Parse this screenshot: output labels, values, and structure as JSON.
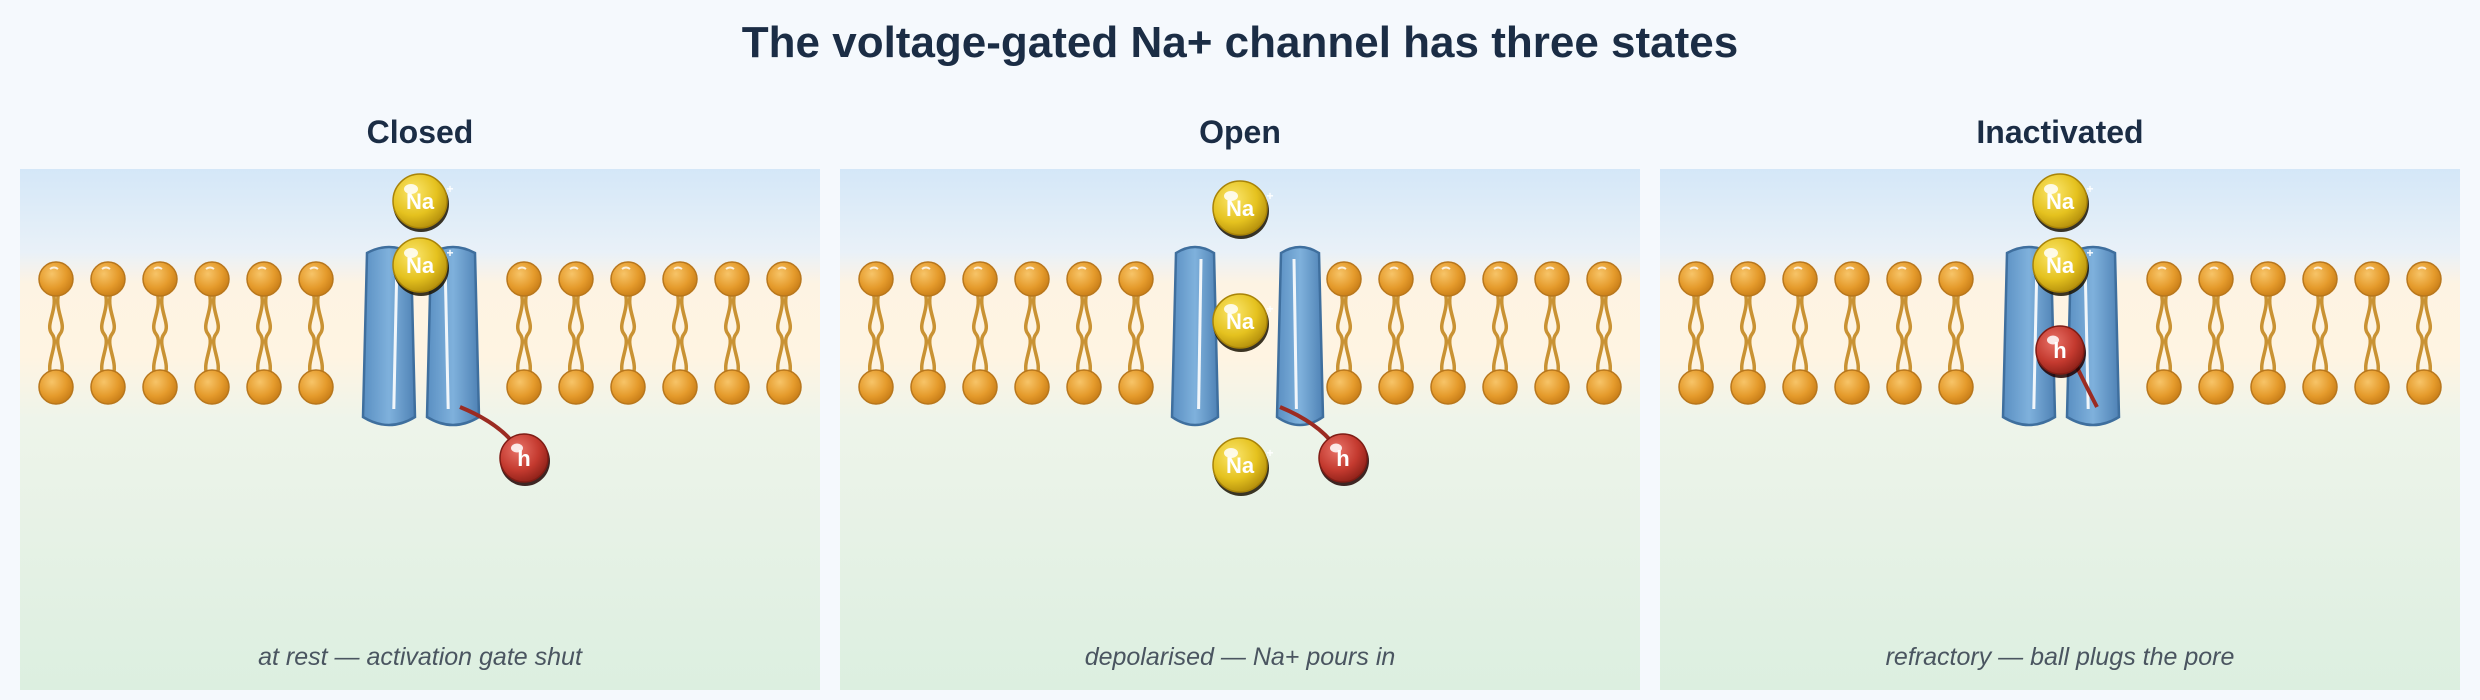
{
  "title": "The voltage-gated Na+ channel has three states",
  "panels": [
    {
      "heading": "Closed",
      "caption": "at rest — activation gate shut",
      "state": "closed"
    },
    {
      "heading": "Open",
      "caption": "depolarised — Na+ pours in",
      "state": "open"
    },
    {
      "heading": "Inactivated",
      "caption": "refractory — ball plugs the pore",
      "state": "inactivated"
    }
  ],
  "ion_label": "Na",
  "ion_charge": "+",
  "gate_label": "h",
  "colors": {
    "lipid": "#e59b2c",
    "channel": "#7fb1dc",
    "ion": "#e5c21f",
    "gate": "#c43a2f",
    "extracellular": "#d4e7f8",
    "intracellular": "#dcefe0"
  }
}
